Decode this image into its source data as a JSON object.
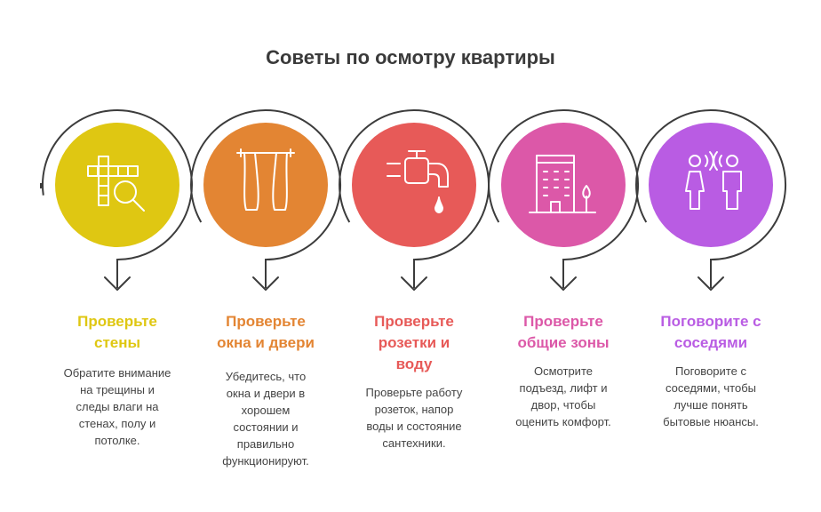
{
  "title": "Советы по осмотру квартиры",
  "steps": [
    {
      "heading": [
        "Проверьте",
        "стены"
      ],
      "description": [
        "Обратите внимание",
        "на трещины и",
        "следы влаги на",
        "стенах, полу и",
        "потолке."
      ],
      "color": "#dfc712",
      "icon": "crossword-magnifier-icon"
    },
    {
      "heading": [
        "Проверьте",
        "окна и двери"
      ],
      "description": [
        "Убедитесь, что",
        "окна и двери в",
        "хорошем",
        "состоянии и",
        "правильно",
        "функционируют."
      ],
      "color": "#e38533",
      "icon": "curtains-icon"
    },
    {
      "heading": [
        "Проверьте",
        "розетки и",
        "воду"
      ],
      "description": [
        "Проверьте работу",
        "розеток, напор",
        "воды и состояние",
        "сантехники."
      ],
      "color": "#e75a58",
      "icon": "faucet-icon"
    },
    {
      "heading": [
        "Проверьте",
        "общие зоны"
      ],
      "description": [
        "Осмотрите",
        "подъезд, лифт и",
        "двор, чтобы",
        "оценить комфорт."
      ],
      "color": "#dc58a8",
      "icon": "building-icon"
    },
    {
      "heading": [
        "Поговорите с",
        "соседями"
      ],
      "description": [
        "Поговорите с",
        "соседями, чтобы",
        "лучше понять",
        "бытовые нюансы."
      ],
      "color": "#b95ce3",
      "icon": "talking-people-icon"
    }
  ]
}
